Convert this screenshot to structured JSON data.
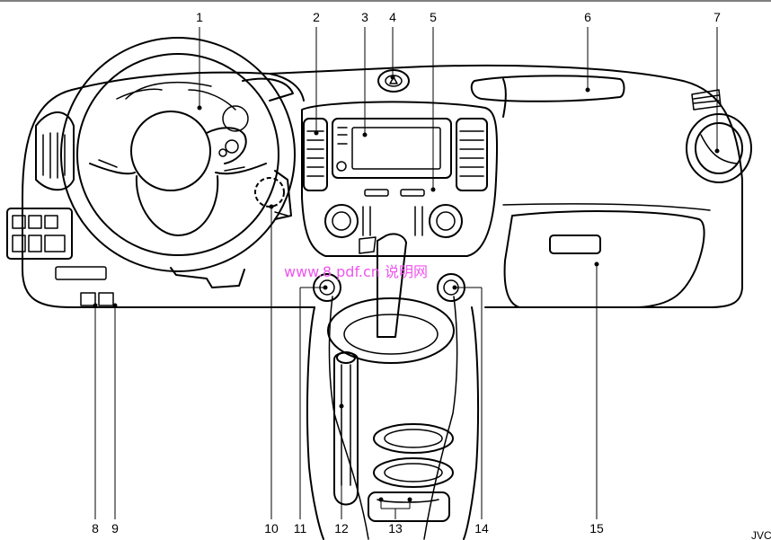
{
  "callouts": [
    {
      "id": "callout-1",
      "label": "1"
    },
    {
      "id": "callout-2",
      "label": "2"
    },
    {
      "id": "callout-3",
      "label": "3"
    },
    {
      "id": "callout-4",
      "label": "4"
    },
    {
      "id": "callout-5",
      "label": "5"
    },
    {
      "id": "callout-6",
      "label": "6"
    },
    {
      "id": "callout-7",
      "label": "7"
    },
    {
      "id": "callout-8",
      "label": "8"
    },
    {
      "id": "callout-9",
      "label": "9"
    },
    {
      "id": "callout-10",
      "label": "10"
    },
    {
      "id": "callout-11",
      "label": "11"
    },
    {
      "id": "callout-12",
      "label": "12"
    },
    {
      "id": "callout-13",
      "label": "13"
    },
    {
      "id": "callout-14",
      "label": "14"
    },
    {
      "id": "callout-15",
      "label": "15"
    }
  ],
  "watermark": "www.8  pdf.cn  说明网",
  "figure_code": "JVC"
}
